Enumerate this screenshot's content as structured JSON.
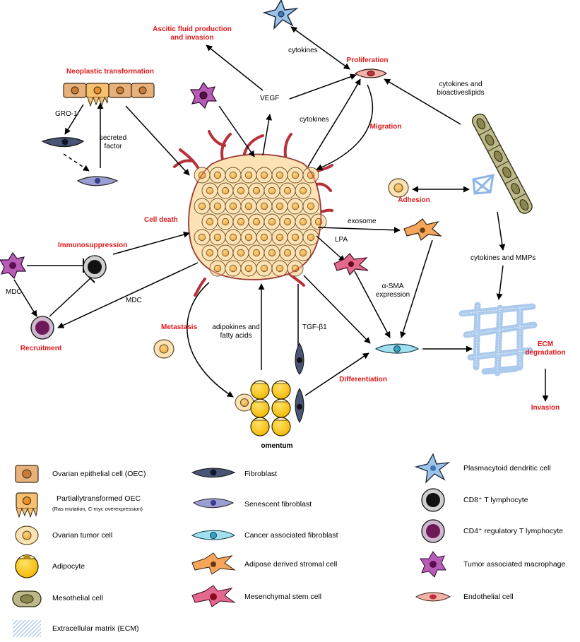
{
  "processes": {
    "ascitic": "Ascitic fluid production\nand invasion",
    "proliferation": "Proliferation",
    "neoplastic": "Neoplastic transformation",
    "migration": "Migration",
    "cell_death": "Cell death",
    "immunosuppression": "Immunosuppression",
    "adhesion": "Adhesion",
    "recruitment": "Recruitment",
    "metastasis": "Metastasis",
    "differentiation": "Differentiation",
    "ecm_degradation": "ECM\ndegradation",
    "invasion": "Invasion"
  },
  "mediators": {
    "cytokines_top": "cytokines",
    "vegf": "VEGF",
    "cytokines_mid": "cytokines",
    "cytokines_lipids": "cytokines and\nbioactiveslipids",
    "gro1": "GRO-1",
    "secreted_factor": "secreted\nfactor",
    "exosome": "exosome",
    "lpa": "LPA",
    "cytokines_mmps": "cytokines and MMPs",
    "mdc_left": "MDC",
    "mdc_mid": "MDC",
    "alpha_sma": "α-SMA\nexpression",
    "adipokines": "adipokines and\nfatty acids",
    "tgf": "TGF-β1",
    "omentum": "omentum"
  },
  "legend": {
    "oec": "Ovarian epithelial cell (OEC)",
    "partial_oec": "Partiallytransformed OEC",
    "partial_oec_note": "(Ras mutation, C-myc overexpression)",
    "tumor_cell": "Ovarian tumor cell",
    "adipocyte": "Adipocyte",
    "mesothelial": "Mesothelial cell",
    "ecm": "Extracellular matrix (ECM)",
    "fibroblast": "Fibroblast",
    "senescent": "Senescent fibroblast",
    "caf": "Cancer associated fibroblast",
    "adsc": "Adipose derived stromal cell",
    "msc": "Mesenchymal stem cell",
    "pdc": "Plasmacytoid dendritic cell",
    "cd8": "CD8⁺ T lymphocyte",
    "cd4": "CD4⁺ regulatory T lymphocyte",
    "tam": "Tumor associated macrophage",
    "endothelial": "Endothelial cell"
  },
  "colors": {
    "process_red": "#e0191b",
    "tumor_fill": "#fde3b4",
    "tumor_nucleus": "#f7b24b",
    "vessel": "#b8303a",
    "oec_fill": "#e8b07a",
    "adipocyte_yellow": "#ffcc00",
    "ecm_blue": "#a8c8ec",
    "macrophage_purple": "#a64ca6",
    "cd4_purple": "#6e1a5a",
    "caf_cyan": "#8fd8ea",
    "fibroblast_dark": "#3c4766",
    "senescent_lilac": "#8f93c8",
    "msc_pink": "#e06a8c",
    "endothelial_pink": "#f0a0a0",
    "mesothelial_olive": "#8a8650",
    "adsc_orange": "#f0a050",
    "pdc_blue": "#7aa4cc"
  }
}
